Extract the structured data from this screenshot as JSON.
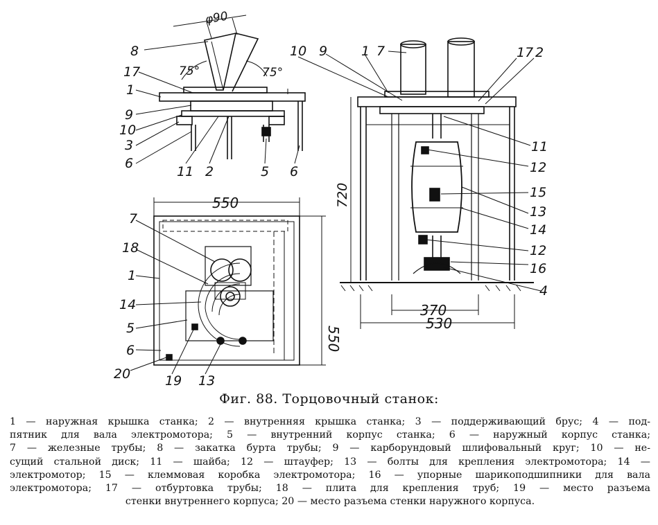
{
  "figure": {
    "top_view": {
      "diameter_label": "φ90",
      "angle_left": "75°",
      "angle_right": "75°",
      "callouts": [
        "8",
        "17",
        "1",
        "9",
        "10",
        "3",
        "6",
        "11",
        "2",
        "5",
        "6"
      ]
    },
    "plan_view": {
      "width_label": "550",
      "height_label": "550",
      "callouts": [
        "7",
        "18",
        "1",
        "14",
        "5",
        "6",
        "20",
        "19",
        "13"
      ]
    },
    "side_view": {
      "height_label": "720",
      "inner_width_label": "370",
      "outer_width_label": "530",
      "callouts": [
        "10",
        "9",
        "1",
        "7",
        "17",
        "2",
        "11",
        "12",
        "15",
        "13",
        "14",
        "12",
        "16",
        "4"
      ]
    }
  },
  "caption": "Фиг. 88. Торцовочный станок:",
  "legend": {
    "row1": "1 — наружная крышка станка; 2 — внутренняя крышка станка; 3 — поддерживающий брус; 4 — под-",
    "row2": "пятник для вала электромотора; 5 — внутренний корпус станка; 6 — наружный корпус станка;",
    "row3": "7 — железные трубы; 8 — закатка бурта трубы; 9 — карборундовый шлифовальный круг; 10 — не-",
    "row4": "сущий стальной диск; 11 — шайба; 12 — штауфер; 13 — болты для крепления электромотора; 14 —",
    "row5": "электромотор; 15 — клеммовая коробка электромотора; 16 — упорные шарикоподшипники для вала",
    "row6": "электромотора; 17 — отбуртовка трубы; 18 — плита для крепления труб; 19 — место разъема",
    "row7": "стенки внутреннего корпуса; 20 — место разъема стенки наружного корпуса."
  }
}
